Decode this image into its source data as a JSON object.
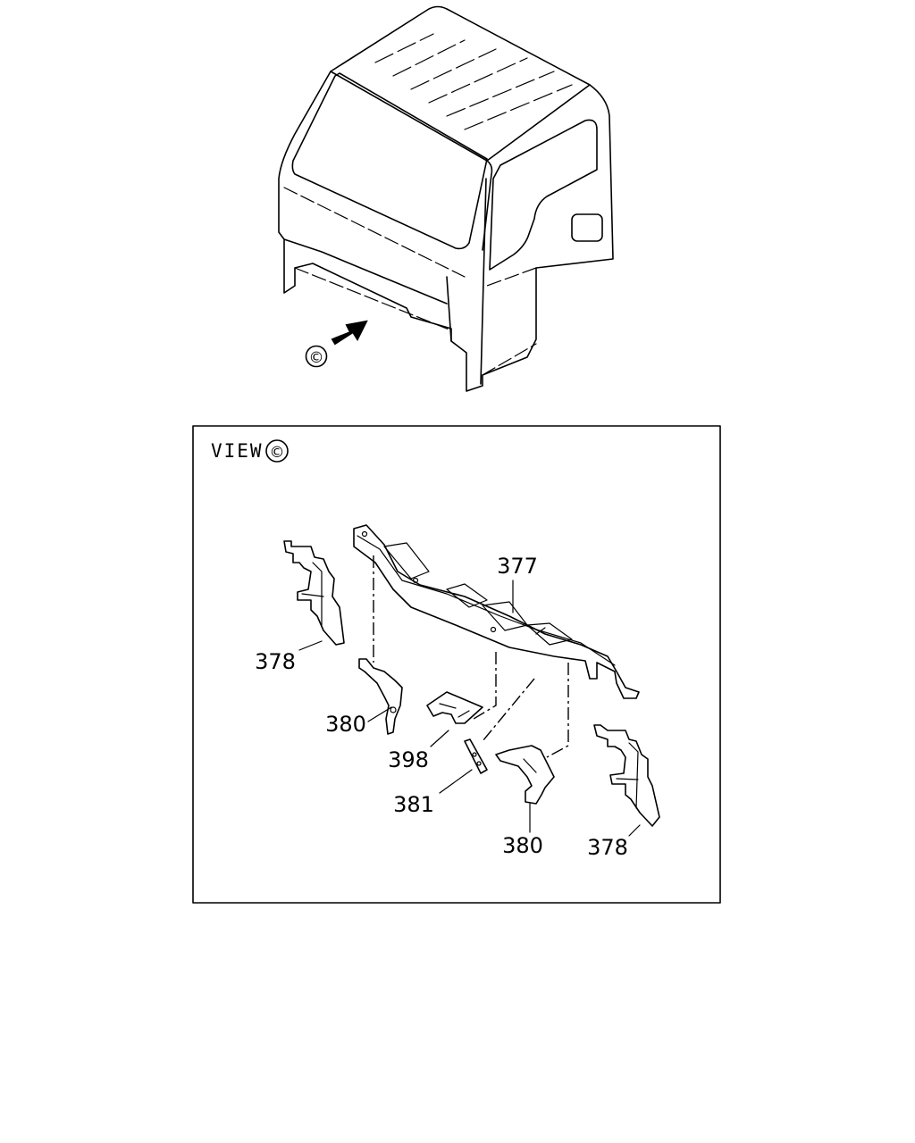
{
  "view_label": "VIEW",
  "view_marker": "©",
  "arrow_marker": "©",
  "callouts": {
    "part_377": "377",
    "part_378_left": "378",
    "part_378_right": "378",
    "part_380_left": "380",
    "part_380_right": "380",
    "part_398": "398",
    "part_381": "381"
  }
}
